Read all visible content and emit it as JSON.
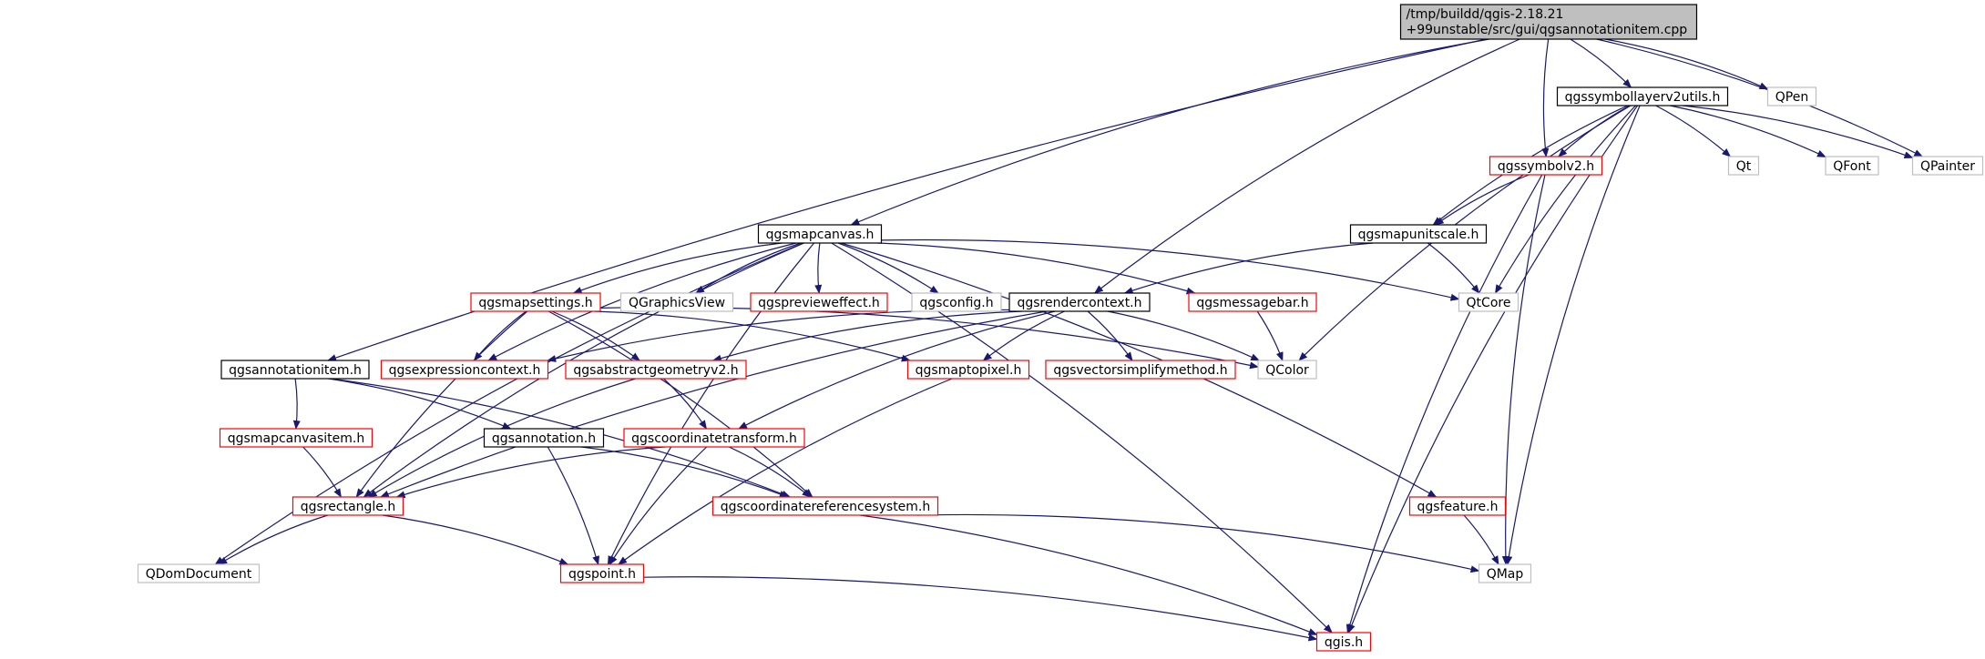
{
  "diagram": {
    "colors": {
      "edge": "#191970",
      "root_fill": "#bfbfbf",
      "black_border": "#000000",
      "red_border": "#ff0000",
      "gray_border": "#bfbfbf"
    },
    "nodes": [
      {
        "id": "root",
        "lines": [
          "/tmp/buildd/qgis-2.18.21",
          "+99unstable/src/gui/qgsannotationitem.cpp"
        ],
        "style": "root"
      },
      {
        "id": "qgssymbollayerv2utils",
        "lines": [
          "qgssymbollayerv2utils.h"
        ],
        "style": "black"
      },
      {
        "id": "qpen",
        "lines": [
          "QPen"
        ],
        "style": "gray"
      },
      {
        "id": "qgssymbolv2",
        "lines": [
          "qgssymbolv2.h"
        ],
        "style": "red"
      },
      {
        "id": "qt",
        "lines": [
          "Qt"
        ],
        "style": "gray"
      },
      {
        "id": "qfont",
        "lines": [
          "QFont"
        ],
        "style": "gray"
      },
      {
        "id": "qpainter",
        "lines": [
          "QPainter"
        ],
        "style": "gray"
      },
      {
        "id": "qgsmapunitscale",
        "lines": [
          "qgsmapunitscale.h"
        ],
        "style": "black"
      },
      {
        "id": "qgsmapcanvas",
        "lines": [
          "qgsmapcanvas.h"
        ],
        "style": "black"
      },
      {
        "id": "qgsmapsettings",
        "lines": [
          "qgsmapsettings.h"
        ],
        "style": "red"
      },
      {
        "id": "qgraphicsview",
        "lines": [
          "QGraphicsView"
        ],
        "style": "gray"
      },
      {
        "id": "qgspreviewеffect",
        "lines": [
          "qgspreviewеffect.h"
        ],
        "style": "red"
      },
      {
        "id": "qgsconfig",
        "lines": [
          "qgsconfig.h"
        ],
        "style": "gray"
      },
      {
        "id": "qgsrendercontext",
        "lines": [
          "qgsrendercontext.h"
        ],
        "style": "black"
      },
      {
        "id": "qgsmessagebar",
        "lines": [
          "qgsmessagebar.h"
        ],
        "style": "red"
      },
      {
        "id": "qtcore",
        "lines": [
          "QtCore"
        ],
        "style": "gray"
      },
      {
        "id": "qgsannotationitem",
        "lines": [
          "qgsannotationitem.h"
        ],
        "style": "black"
      },
      {
        "id": "qgsexpressioncontext",
        "lines": [
          "qgsexpressioncontext.h"
        ],
        "style": "red"
      },
      {
        "id": "qgsabstractgeometryv2",
        "lines": [
          "qgsabstractgeometryv2.h"
        ],
        "style": "red"
      },
      {
        "id": "qgsmaptopixel",
        "lines": [
          "qgsmaptopixel.h"
        ],
        "style": "red"
      },
      {
        "id": "qgsvectorsimplifymethod",
        "lines": [
          "qgsvectorsimplifymethod.h"
        ],
        "style": "red"
      },
      {
        "id": "qcolor",
        "lines": [
          "QColor"
        ],
        "style": "gray"
      },
      {
        "id": "qgsmapcanvasitem",
        "lines": [
          "qgsmapcanvasitem.h"
        ],
        "style": "red"
      },
      {
        "id": "qgsannotation",
        "lines": [
          "qgsannotation.h"
        ],
        "style": "black"
      },
      {
        "id": "qgscoordinatetransform",
        "lines": [
          "qgscoordinatetransform.h"
        ],
        "style": "red"
      },
      {
        "id": "qgsrectangle",
        "lines": [
          "qgsrectangle.h"
        ],
        "style": "red"
      },
      {
        "id": "qgscoordinatereferencesystem",
        "lines": [
          "qgscoordinatereferencesystem.h"
        ],
        "style": "red"
      },
      {
        "id": "qgsfeature",
        "lines": [
          "qgsfeature.h"
        ],
        "style": "red"
      },
      {
        "id": "qdomdocument",
        "lines": [
          "QDomDocument"
        ],
        "style": "gray"
      },
      {
        "id": "qgspoint",
        "lines": [
          "qgspoint.h"
        ],
        "style": "red"
      },
      {
        "id": "qmap",
        "lines": [
          "QMap"
        ],
        "style": "gray"
      },
      {
        "id": "qgis",
        "lines": [
          "qgis.h"
        ],
        "style": "red"
      }
    ],
    "edges": [
      [
        "root",
        "qgssymbollayerv2utils"
      ],
      [
        "root",
        "qpen"
      ],
      [
        "root",
        "qpainter"
      ],
      [
        "root",
        "qgssymbolv2"
      ],
      [
        "root",
        "qgsrendercontext"
      ],
      [
        "root",
        "qgsmapcanvas"
      ],
      [
        "root",
        "qgsannotationitem"
      ],
      [
        "qgssymbollayerv2utils",
        "qgssymbolv2"
      ],
      [
        "qgssymbollayerv2utils",
        "qt"
      ],
      [
        "qgssymbollayerv2utils",
        "qfont"
      ],
      [
        "qgssymbollayerv2utils",
        "qpainter"
      ],
      [
        "qgssymbollayerv2utils",
        "qgsmapunitscale"
      ],
      [
        "qgssymbollayerv2utils",
        "qtcore"
      ],
      [
        "qgssymbollayerv2utils",
        "qcolor"
      ],
      [
        "qgssymbollayerv2utils",
        "qmap"
      ],
      [
        "qgssymbollayerv2utils",
        "qgis"
      ],
      [
        "qgssymbolv2",
        "qgsmapunitscale"
      ],
      [
        "qgssymbolv2",
        "qmap"
      ],
      [
        "qgssymbolv2",
        "qgis"
      ],
      [
        "qgsmapunitscale",
        "qtcore"
      ],
      [
        "qgsmapunitscale",
        "qgsrendercontext"
      ],
      [
        "qgsmapcanvas",
        "qgsmapsettings"
      ],
      [
        "qgsmapcanvas",
        "qgraphicsview"
      ],
      [
        "qgsmapcanvas",
        "qgspreviewеffect"
      ],
      [
        "qgsmapcanvas",
        "qgsconfig"
      ],
      [
        "qgsmapcanvas",
        "qgsmessagebar"
      ],
      [
        "qgsmapcanvas",
        "qtcore"
      ],
      [
        "qgsmapcanvas",
        "qgsfeature"
      ],
      [
        "qgsmapcanvas",
        "qgis"
      ],
      [
        "qgsmapcanvas",
        "qgsexpressioncontext"
      ],
      [
        "qgsmapcanvas",
        "qgsrectangle"
      ],
      [
        "qgsmapcanvas",
        "qgspoint"
      ],
      [
        "qgsmapcanvas",
        "qdomdocument"
      ],
      [
        "qgsmapsettings",
        "qgsexpressioncontext"
      ],
      [
        "qgsmapsettings",
        "qgsabstractgeometryv2"
      ],
      [
        "qgsmapsettings",
        "qgsmaptopixel"
      ],
      [
        "qgsmapsettings",
        "qcolor"
      ],
      [
        "qgsmapsettings",
        "qgsrectangle"
      ],
      [
        "qgsmapsettings",
        "qgscoordinatereferencesystem"
      ],
      [
        "qgsrendercontext",
        "qgsexpressioncontext"
      ],
      [
        "qgsrendercontext",
        "qgsabstractgeometryv2"
      ],
      [
        "qgsrendercontext",
        "qgsmaptopixel"
      ],
      [
        "qgsrendercontext",
        "qgsvectorsimplifymethod"
      ],
      [
        "qgsrendercontext",
        "qcolor"
      ],
      [
        "qgsrendercontext",
        "qgscoordinatetransform"
      ],
      [
        "qgsrendercontext",
        "qgsrectangle"
      ],
      [
        "qgsmessagebar",
        "qcolor"
      ],
      [
        "qgsannotationitem",
        "qgsmapcanvasitem"
      ],
      [
        "qgsannotationitem",
        "qgsannotation"
      ],
      [
        "qgsannotationitem",
        "qgscoordinatereferencesystem"
      ],
      [
        "qgsabstractgeometryv2",
        "qgscoordinatetransform"
      ],
      [
        "qgsabstractgeometryv2",
        "qgsrectangle"
      ],
      [
        "qgsmaptopixel",
        "qgspoint"
      ],
      [
        "qgsmapcanvasitem",
        "qgsrectangle"
      ],
      [
        "qgsannotation",
        "qgspoint"
      ],
      [
        "qgsannotation",
        "qgscoordinatereferencesystem"
      ],
      [
        "qgscoordinatetransform",
        "qgsrectangle"
      ],
      [
        "qgscoordinatetransform",
        "qgscoordinatereferencesystem"
      ],
      [
        "qgscoordinatetransform",
        "qgspoint"
      ],
      [
        "qgsrectangle",
        "qdomdocument"
      ],
      [
        "qgsrectangle",
        "qgspoint"
      ],
      [
        "qgscoordinatereferencesystem",
        "qmap"
      ],
      [
        "qgscoordinatereferencesystem",
        "qgis"
      ],
      [
        "qgsfeature",
        "qmap"
      ],
      [
        "qgspoint",
        "qgis"
      ]
    ]
  }
}
